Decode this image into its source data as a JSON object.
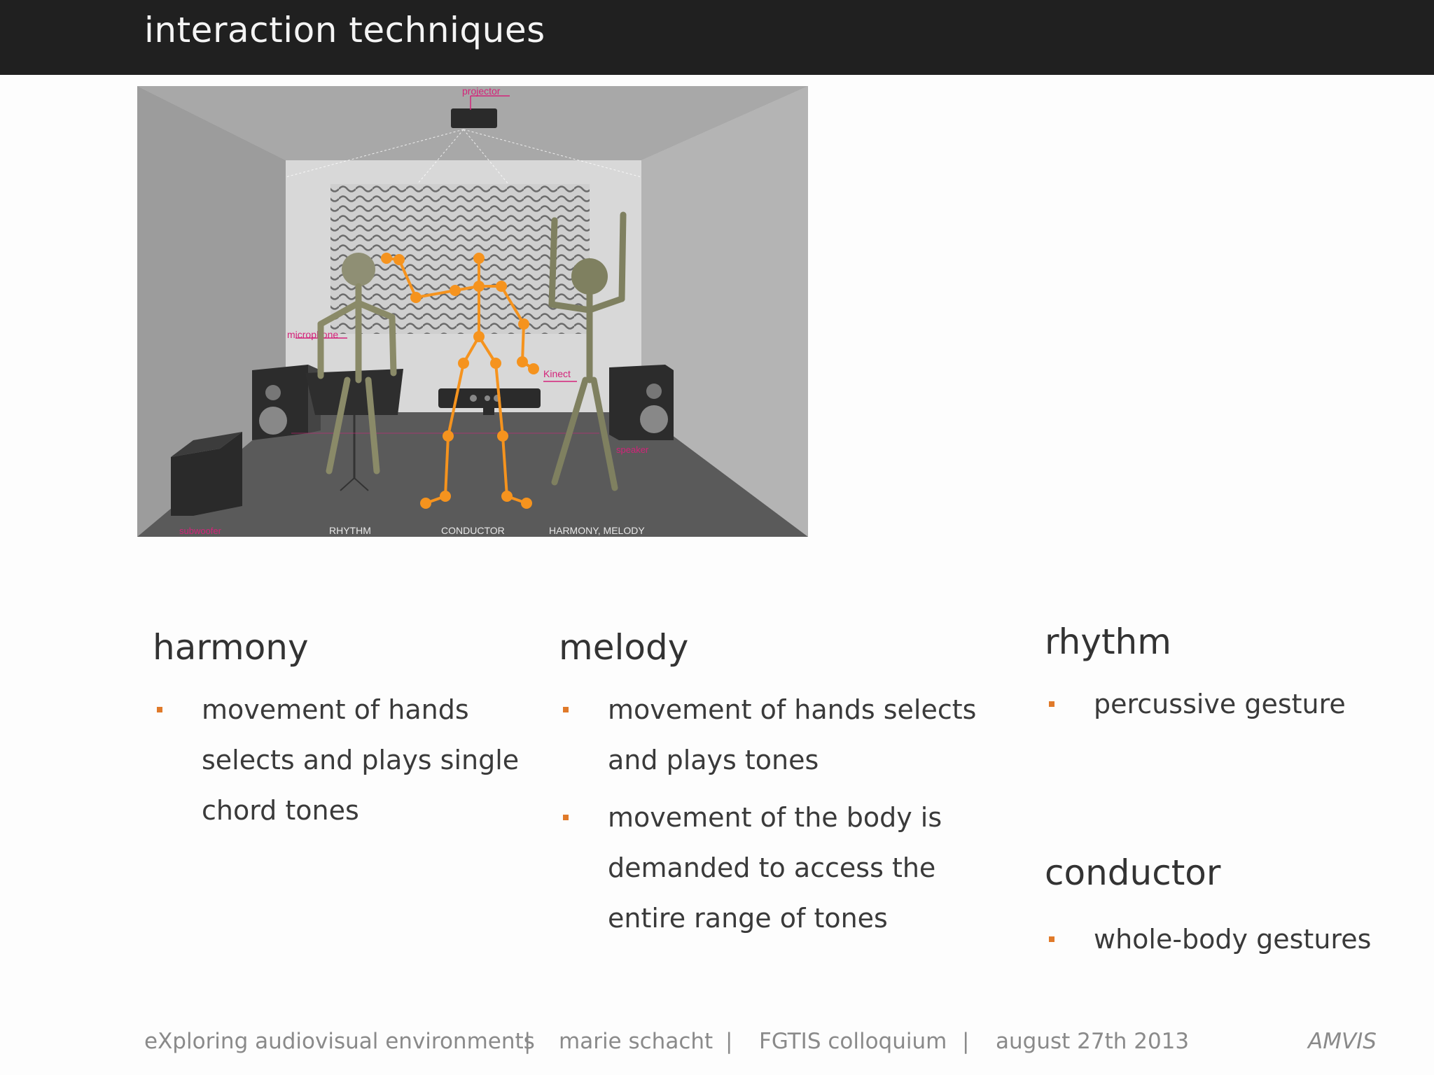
{
  "slide": {
    "title": "interaction techniques"
  },
  "figure": {
    "labels": {
      "projector": "projector",
      "microphone": "microphone",
      "kinect": "Kinect",
      "speaker": "speaker",
      "subwoofer": "subwoofer",
      "rhythm": "RHYTHM",
      "conductor": "CONDUCTOR",
      "harmony_melody": "HARMONY, MELODY"
    },
    "colors": {
      "accent": "#d4237a",
      "skeleton": "#f5931e",
      "figure_outline": "#7f8060"
    }
  },
  "columns": {
    "harmony": {
      "heading": "harmony",
      "bullets": [
        "movement of hands selects and plays single chord tones"
      ]
    },
    "melody": {
      "heading": "melody",
      "bullets": [
        "movement of hands selects and plays tones",
        "movement of the body is demanded to access the entire range of tones"
      ]
    },
    "rhythm": {
      "heading": "rhythm",
      "bullets": [
        "percussive gesture"
      ]
    },
    "conductor": {
      "heading": "conductor",
      "bullets": [
        "whole-body gestures"
      ]
    }
  },
  "footer": {
    "project": "eXploring audiovisual environments",
    "sep1": "|",
    "author": "marie schacht",
    "sep2": "|",
    "event": "FGTIS colloquium",
    "sep3": "|",
    "date": "august  27th 2013",
    "logo": "AMVIS"
  },
  "theme": {
    "title_bar": "#202020",
    "bullet": "#e07a2a",
    "text": "#3a3a3a"
  }
}
